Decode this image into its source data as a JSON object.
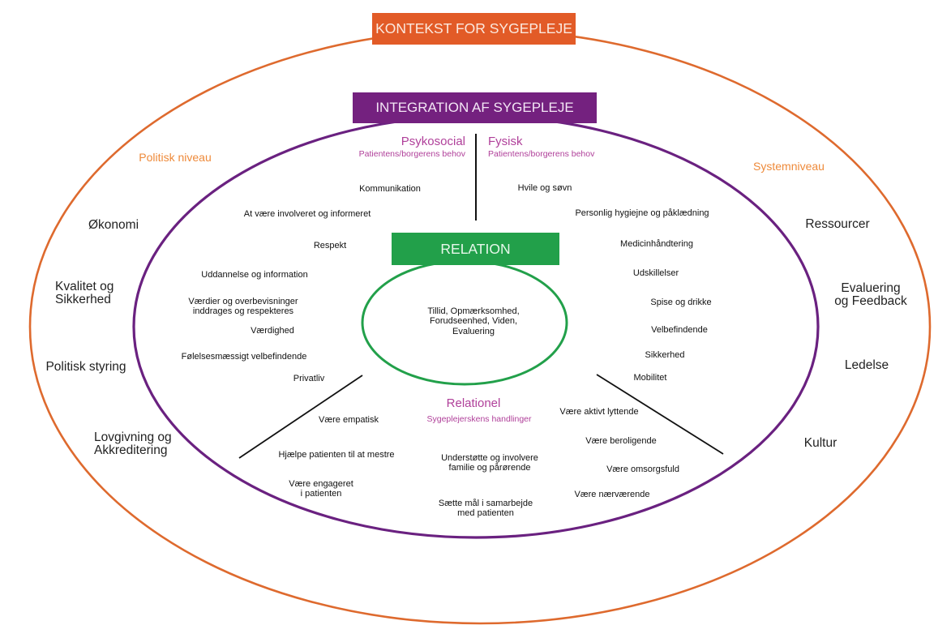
{
  "title": "KONTEKST FOR SYGEPLEJE",
  "colors": {
    "context": "#E25B27",
    "integration": "#74217F",
    "relation": "#22A04A",
    "section_text": "#B0409A",
    "level_text": "#EE8A3A"
  },
  "context": {
    "title": "KONTEKST FOR SYGEPLEJE",
    "political": {
      "level_label": "Politisk niveau",
      "items": [
        "Økonomi",
        "Kvalitet og\nSikkerhed",
        "Politisk styring",
        "Lovgivning og\nAkkreditering"
      ]
    },
    "system": {
      "level_label": "Systemniveau",
      "items": [
        "Ressourcer",
        "Evaluering\nog Feedback",
        "Ledelse",
        "Kultur"
      ]
    }
  },
  "integration": {
    "title": "INTEGRATION AF SYGEPLEJE",
    "psykosocial": {
      "title": "Psykosocial",
      "subtitle": "Patientens/borgerens behov",
      "items": [
        "Kommunikation",
        "At være involveret og informeret",
        "Respekt",
        "Uddannelse og information",
        "Værdier og overbevisninger\ninddrages og respekteres",
        "Værdighed",
        "Følelsesmæssigt velbefindende",
        "Privatliv"
      ]
    },
    "fysisk": {
      "title": "Fysisk",
      "subtitle": "Patientens/borgerens behov",
      "items": [
        "Hvile og søvn",
        "Personlig hygiejne og påklædning",
        "Medicinhåndtering",
        "Udskillelser",
        "Spise og drikke",
        "Velbefindende",
        "Sikkerhed",
        "Mobilitet"
      ]
    },
    "relationel": {
      "title": "Relationel",
      "subtitle": "Sygeplejerskens handlinger",
      "items": [
        "Være empatisk",
        "Hjælpe patienten til at mestre",
        "Være engageret\ni patienten",
        "Understøtte og involvere\nfamilie og pårørende",
        "Sætte mål i samarbejde\nmed patienten",
        "Være aktivt lyttende",
        "Være beroligende",
        "Være omsorgsfuld",
        "Være nærværende"
      ]
    }
  },
  "relation": {
    "title": "RELATION",
    "core": "Tillid, Opmærksomhed,\nForudseenhed, Viden,\nEvaluering"
  }
}
